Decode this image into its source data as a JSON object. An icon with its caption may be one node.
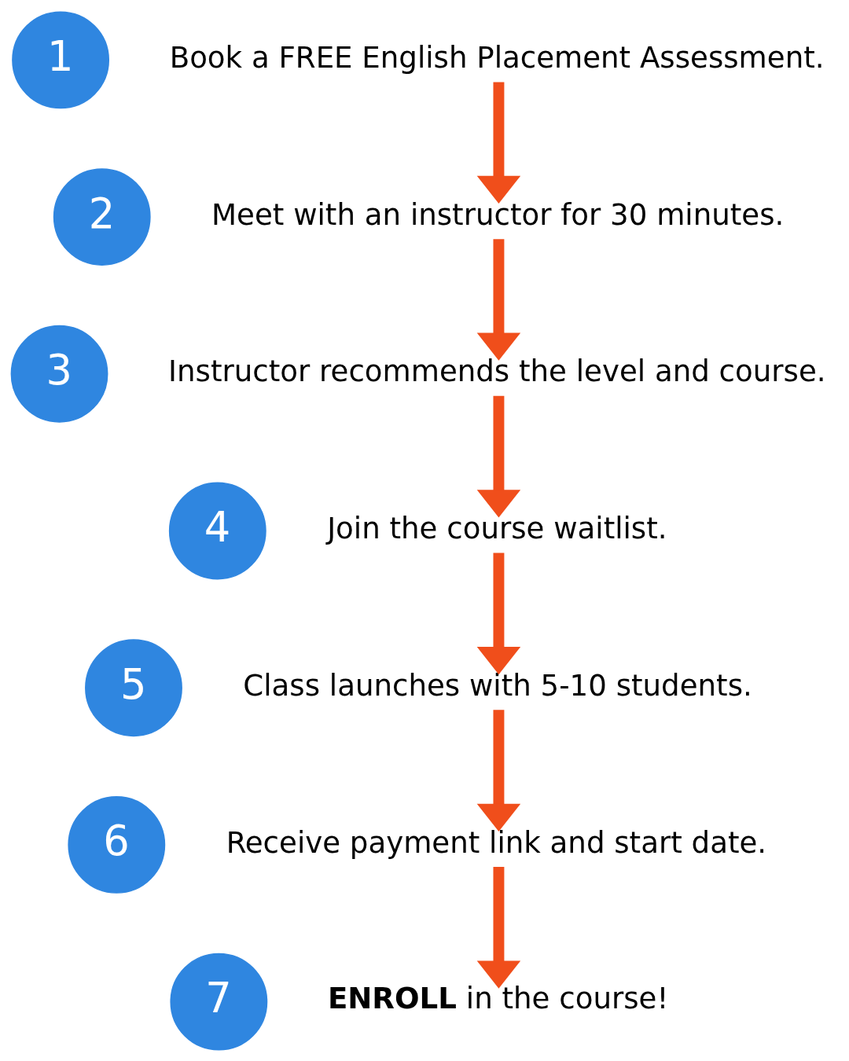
{
  "diagram": {
    "nodes": [
      {
        "text": [
          "1"
        ]
      },
      {
        "text": [
          "Book a FREE English Placement Assessment."
        ]
      },
      {
        "text": [
          "2"
        ]
      },
      {
        "text": [
          "Meet with an instructor for 30 minutes."
        ]
      },
      {
        "text": [
          "3"
        ]
      },
      {
        "text": [
          "Instructor recommends the level and course."
        ]
      },
      {
        "text": [
          "4"
        ]
      },
      {
        "text": [
          "Join the course waitlist."
        ]
      },
      {
        "text": [
          "5"
        ]
      },
      {
        "text": [
          "Class launches with 5-10 students."
        ]
      },
      {
        "text": [
          "6"
        ]
      },
      {
        "text": [
          "Receive payment link and start date."
        ]
      },
      {
        "text": [
          "7"
        ]
      },
      {
        "text": [
          "**ENROLL** in the course!"
        ]
      }
    ],
    "edges": [
      {
        "from": 1,
        "to": 3,
        "arrow": "to"
      },
      {
        "from": 3,
        "to": 5,
        "arrow": "to"
      },
      {
        "from": 5,
        "to": 7,
        "arrow": "to"
      },
      {
        "from": 7,
        "to": 9,
        "arrow": "to"
      },
      {
        "from": 9,
        "to": 11,
        "arrow": "to"
      },
      {
        "from": 11,
        "to": 13,
        "arrow": "to"
      }
    ]
  }
}
